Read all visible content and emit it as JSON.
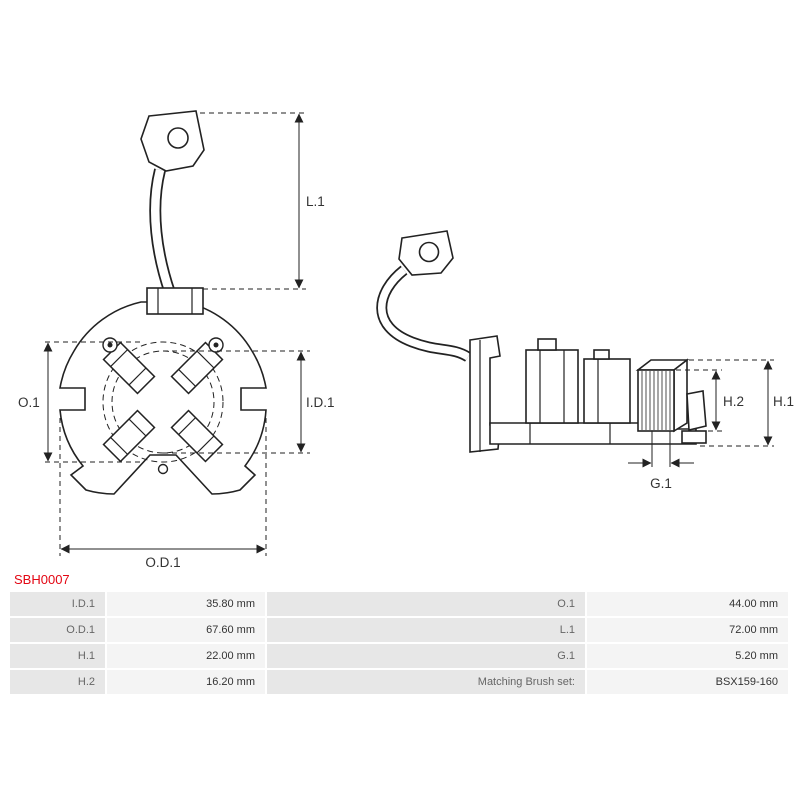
{
  "part_number": "SBH0007",
  "colors": {
    "part_number_red": "#e30613",
    "line_color": "#222222",
    "table_label_bg": "#e7e7e7",
    "table_value_bg": "#f4f4f4"
  },
  "diagram": {
    "front_view": {
      "labels": {
        "l1": "L.1",
        "o1": "O.1",
        "id1": "I.D.1",
        "od1": "O.D.1"
      }
    },
    "side_view": {
      "labels": {
        "h2": "H.2",
        "h1": "H.1",
        "g1": "G.1"
      }
    }
  },
  "specs_table": {
    "rows": [
      {
        "label_left": "I.D.1",
        "value_left": "35.80 mm",
        "label_right": "O.1",
        "value_right": "44.00 mm"
      },
      {
        "label_left": "O.D.1",
        "value_left": "67.60 mm",
        "label_right": "L.1",
        "value_right": "72.00 mm"
      },
      {
        "label_left": "H.1",
        "value_left": "22.00 mm",
        "label_right": "G.1",
        "value_right": "5.20 mm"
      },
      {
        "label_left": "H.2",
        "value_left": "16.20 mm",
        "label_right": "Matching Brush set:",
        "value_right": "BSX159-160"
      }
    ]
  }
}
